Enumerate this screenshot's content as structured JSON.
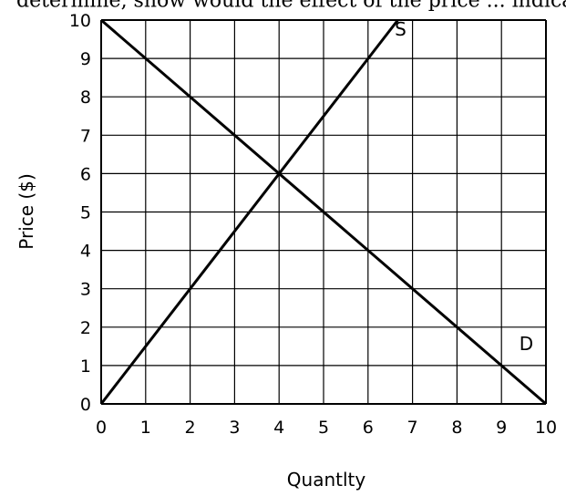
{
  "top_text": "determine, show would the effect of the price ... indicated",
  "chart_data": {
    "type": "line",
    "xlabel": "Quantlty",
    "ylabel": "Price ($)",
    "xlim": [
      0,
      10
    ],
    "ylim": [
      0,
      10
    ],
    "x_ticks": [
      0,
      1,
      2,
      3,
      4,
      5,
      6,
      7,
      8,
      9,
      10
    ],
    "y_ticks": [
      0,
      1,
      2,
      3,
      4,
      5,
      6,
      7,
      8,
      9,
      10
    ],
    "grid": true,
    "series": [
      {
        "name": "S",
        "x": [
          0,
          6.67
        ],
        "y": [
          0,
          10
        ],
        "label_at": [
          6.6,
          9.6
        ]
      },
      {
        "name": "D",
        "x": [
          0,
          10
        ],
        "y": [
          10,
          0
        ],
        "label_at": [
          9.4,
          1.4
        ]
      }
    ]
  }
}
